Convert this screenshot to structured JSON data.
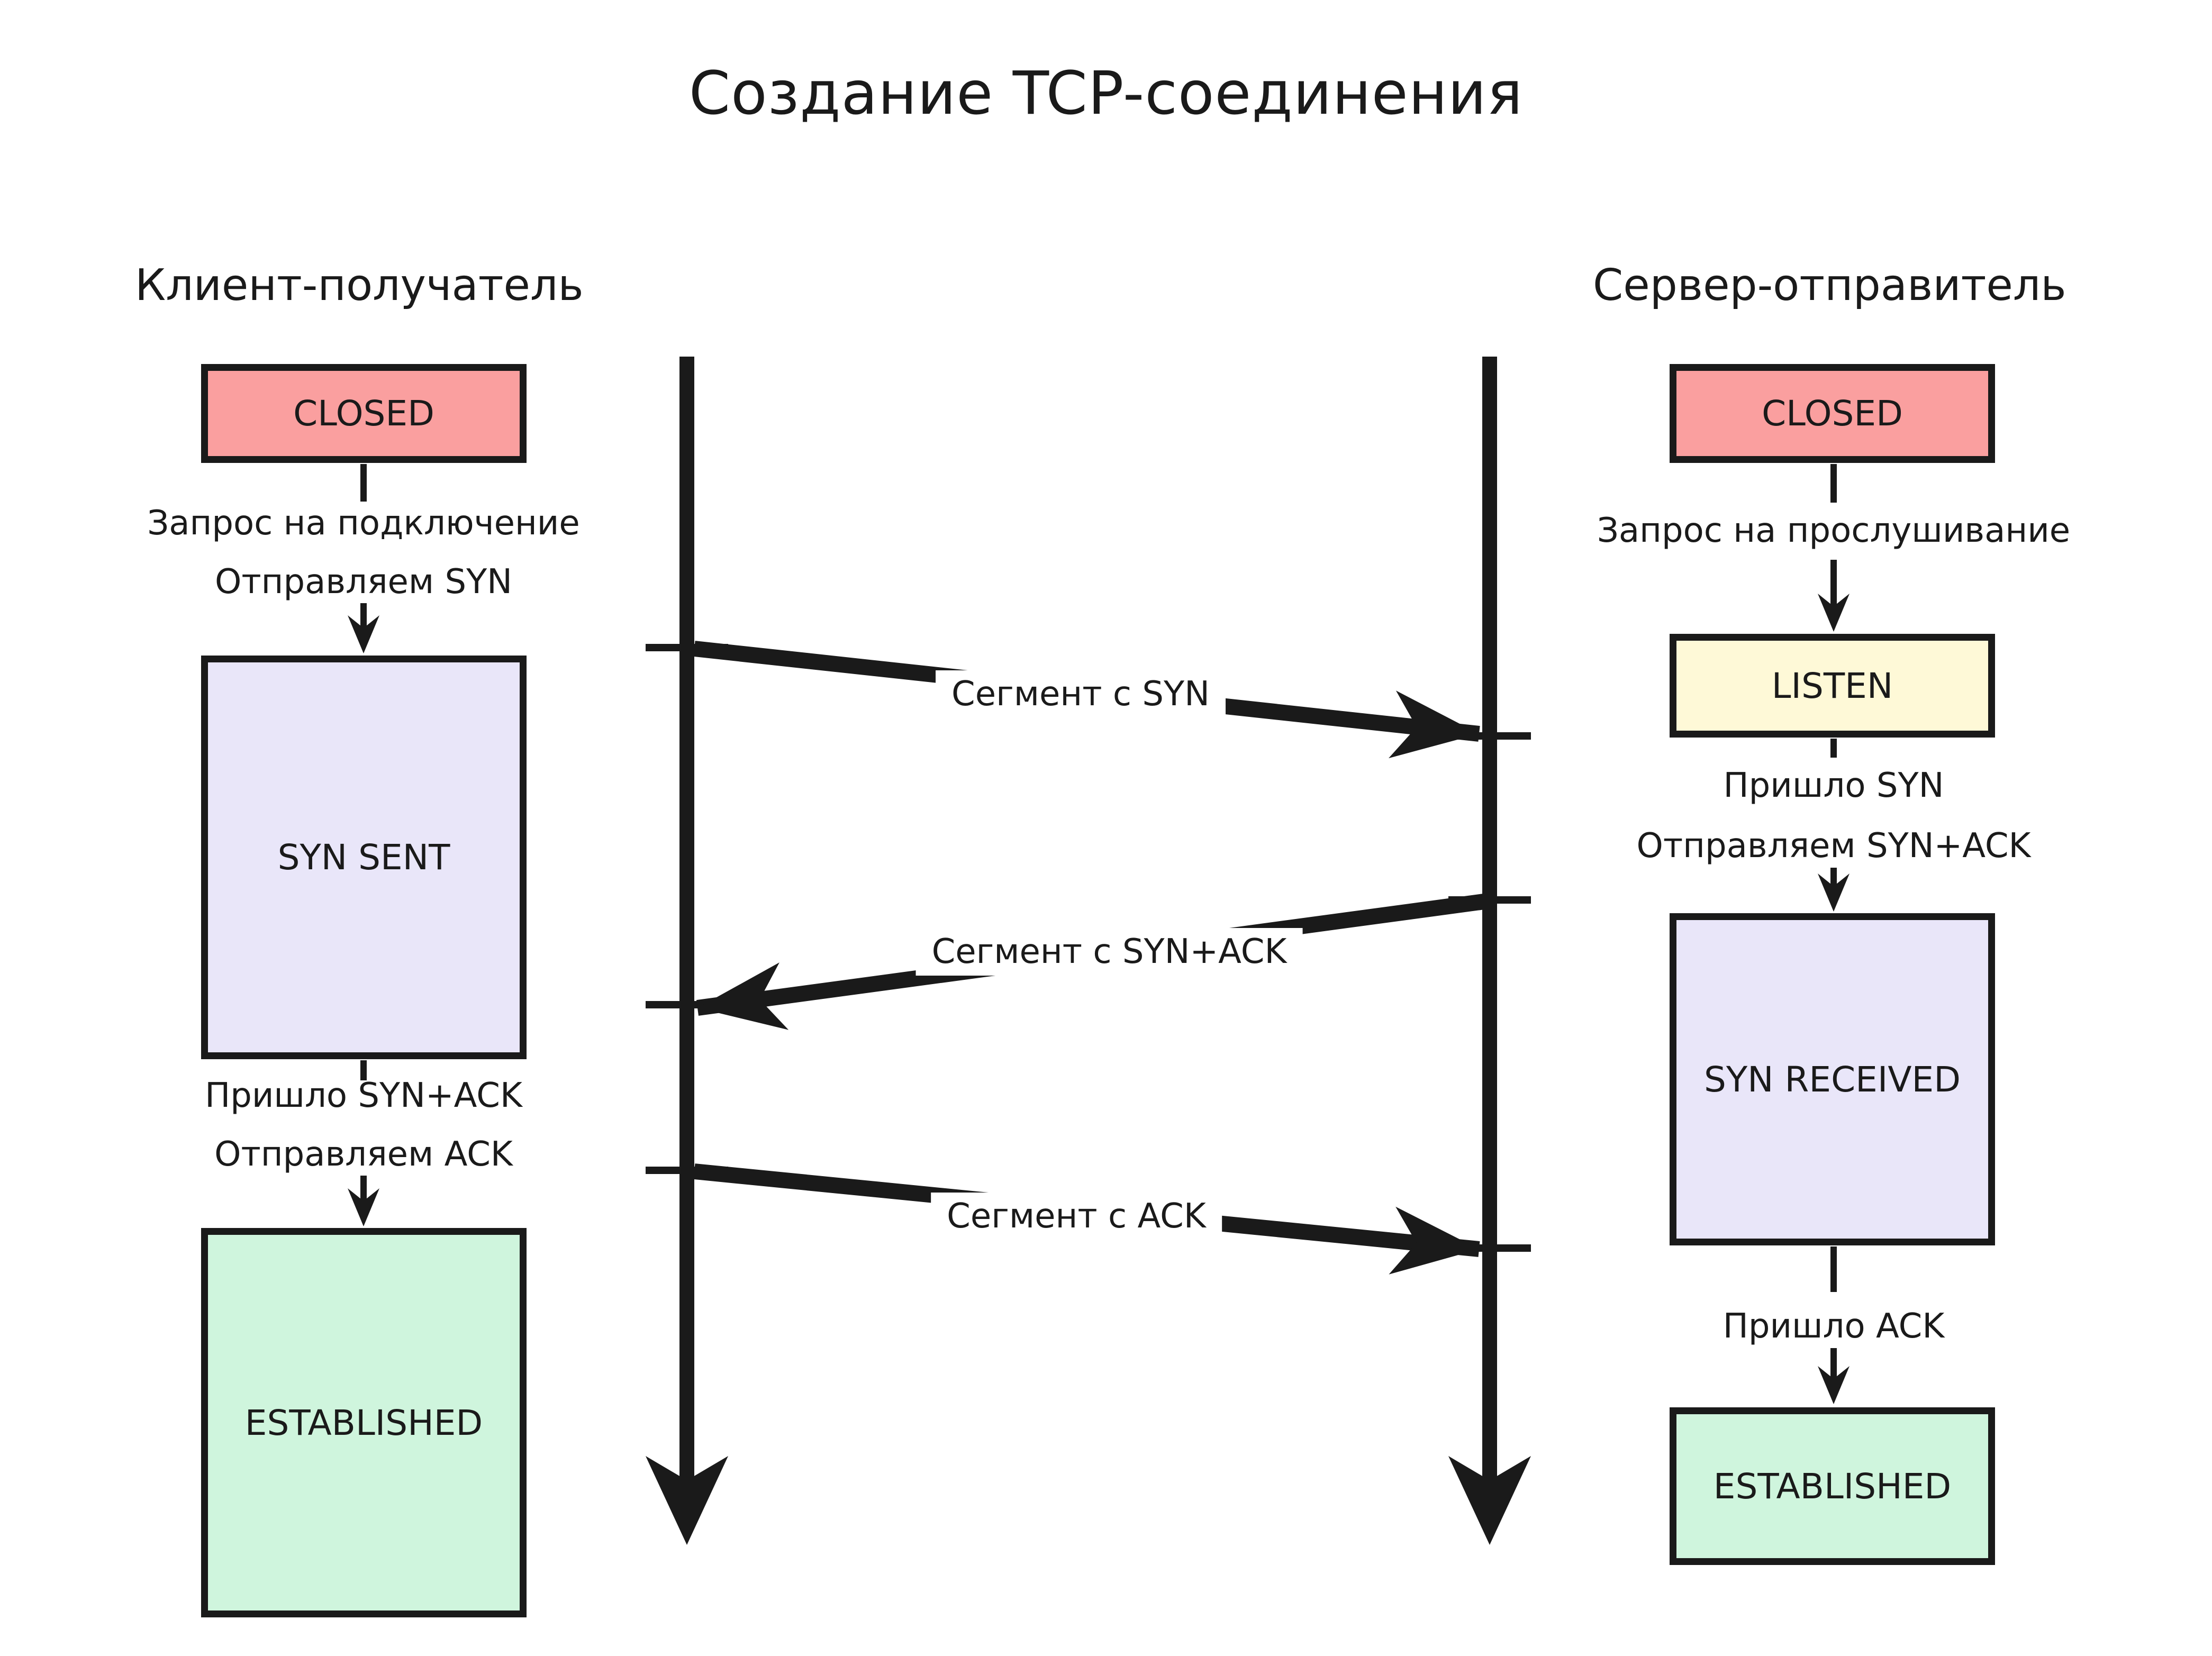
{
  "title": "Создание TCP-соединения",
  "palette": {
    "closed_fill": "#FA9F9F",
    "listen_fill": "#FEF9D7",
    "intermediate_fill": "#E9E6F9",
    "established_fill": "#CFF5DD",
    "stroke": "#1A1A1A",
    "background": "#FFFFFF"
  },
  "client": {
    "header": "Клиент-получатель",
    "states": {
      "closed": {
        "label": "CLOSED",
        "color": "#FA9F9F"
      },
      "syn_sent": {
        "label": "SYN SENT",
        "color": "#E9E6F9"
      },
      "established": {
        "label": "ESTABLISHED",
        "color": "#CFF5DD"
      }
    },
    "transitions": {
      "connect": {
        "line1": "Запрос на подключение",
        "line2": "Отправляем SYN"
      },
      "got_synack": {
        "line1": "Пришло SYN+ACK",
        "line2": "Отправляем ACK"
      }
    }
  },
  "server": {
    "header": "Сервер-отправитель",
    "states": {
      "closed": {
        "label": "CLOSED",
        "color": "#FA9F9F"
      },
      "listen": {
        "label": "LISTEN",
        "color": "#FEF9D7"
      },
      "syn_received": {
        "label": "SYN RECEIVED",
        "color": "#E9E6F9"
      },
      "established": {
        "label": "ESTABLISHED",
        "color": "#CFF5DD"
      }
    },
    "transitions": {
      "listen_req": {
        "line1": "Запрос на прослушивание"
      },
      "got_syn": {
        "line1": "Пришло SYN",
        "line2": "Отправляем SYN+ACK"
      },
      "got_ack": {
        "line1": "Пришло ACK"
      }
    }
  },
  "messages": {
    "syn": {
      "label": "Сегмент с SYN"
    },
    "synack": {
      "label": "Сегмент с SYN+ACK"
    },
    "ack": {
      "label": "Сегмент с ACK"
    }
  }
}
